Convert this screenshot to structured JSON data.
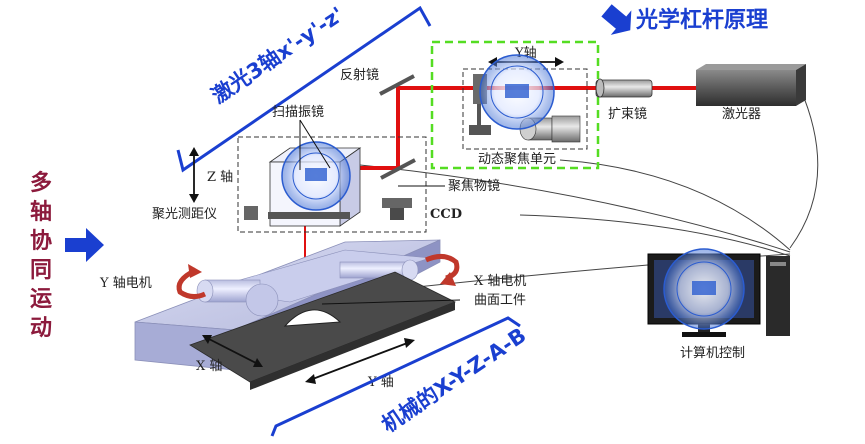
{
  "titles": {
    "laser_3axis": "激光3轴x'-y'-z'",
    "lever_principle": "光学杠杆原理",
    "mech_axes": "机械的X-Y-Z-A-B",
    "multi_axis": [
      "多",
      "轴",
      "协",
      "同",
      "运",
      "动"
    ]
  },
  "labels": {
    "mirror": "反射镜",
    "galvo": "扫描振镜",
    "z_axis": "Z 轴",
    "y_axis_top": "Y轴",
    "dyn_focus": "动态聚焦单元",
    "beam_expander": "扩束镜",
    "laser": "激光器",
    "focus_lens": "聚焦物镜",
    "rangefinder": "聚光测距仪",
    "ccd": "CCD",
    "y_motor": "Y 轴电机",
    "x_motor": "X 轴电机",
    "workpiece": "曲面工件",
    "x_axis": "X 轴",
    "y_axis_bottom": "Y 轴",
    "pc_control": "计算机控制"
  },
  "colors": {
    "title_blue": "#1a3fd0",
    "maroon": "#8c1a3c",
    "laser_red": "#e01010",
    "green_dash": "#55dd22"
  }
}
